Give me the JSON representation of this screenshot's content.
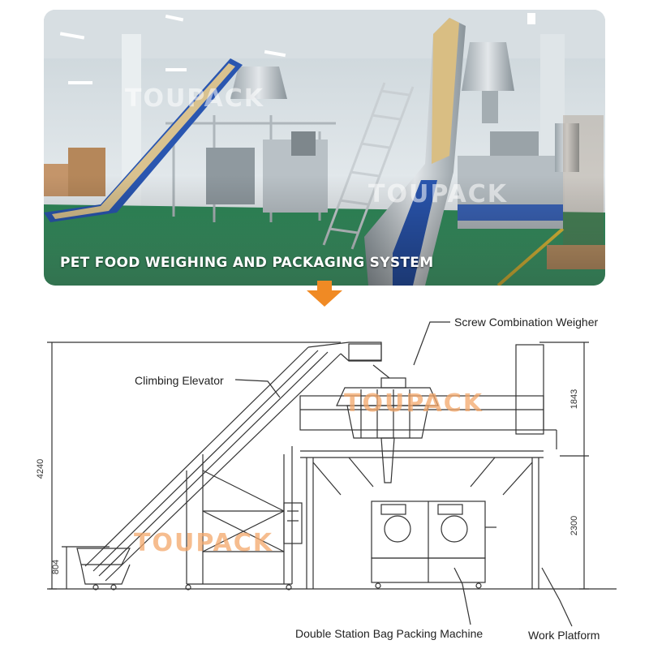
{
  "photo": {
    "caption": "PET FOOD WEIGHING AND PACKAGING SYSTEM",
    "watermark": "TOUPACK"
  },
  "arrow_icon": "down-arrow-icon",
  "drawing": {
    "watermark": "TOUPACK",
    "labels": {
      "screw_weigher": "Screw Combination Weigher",
      "climbing_elevator": "Climbing Elevator",
      "bag_packing_machine": "Double Station Bag Packing Machine",
      "work_platform": "Work Platform"
    },
    "dimensions": {
      "total_height": "4240",
      "infeed_height": "804",
      "weigher_height": "1843",
      "platform_height": "2300"
    }
  },
  "colors": {
    "accent_orange": "#f08a24",
    "floor_green": "#3f9a6a",
    "conveyor_blue": "#2a56b0",
    "line": "#333333"
  }
}
